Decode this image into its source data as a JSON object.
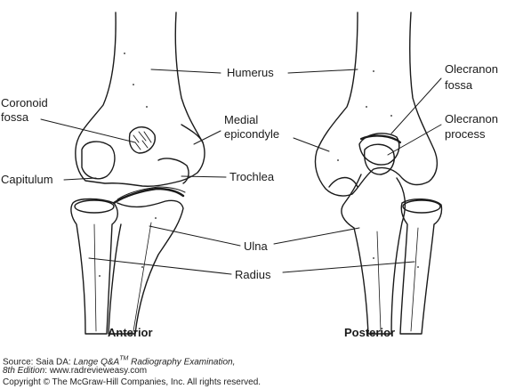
{
  "labels": {
    "humerus": "Humerus",
    "coronoid_fossa_line1": "Coronoid",
    "coronoid_fossa_line2": "fossa",
    "medial_epicondyle_line1": "Medial",
    "medial_epicondyle_line2": "epicondyle",
    "capitulum": "Capitulum",
    "trochlea": "Trochlea",
    "olecranon_fossa_line1": "Olecranon",
    "olecranon_fossa_line2": "fossa",
    "olecranon_process_line1": "Olecranon",
    "olecranon_process_line2": "process",
    "ulna": "Ulna",
    "radius": "Radius"
  },
  "views": {
    "anterior": "Anterior",
    "posterior": "Posterior"
  },
  "credit": {
    "source_prefix": "Source: Saia DA: ",
    "book_title": "Lange Q&A",
    "tm": "TM",
    "book_subtitle": " Radiography Examination,",
    "edition": "8th Edition",
    "website": ": www.radreviewеasy.com",
    "copyright": "Copyright © The McGraw-Hill Companies, Inc. All rights reserved."
  }
}
